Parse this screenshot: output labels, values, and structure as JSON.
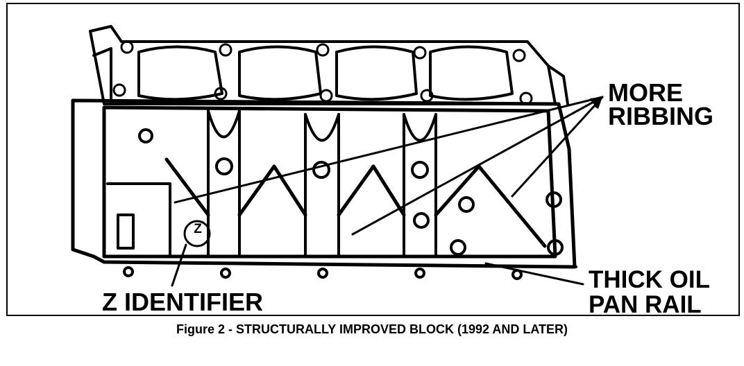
{
  "callouts": {
    "more": "MORE",
    "ribbing": "RIBBING",
    "thick_oil": "THICK OIL",
    "pan_rail": "PAN RAIL",
    "z_identifier": "Z IDENTIFIER"
  },
  "badge": {
    "z": "Z"
  },
  "caption": "Figure 2 - STRUCTURALLY IMPROVED BLOCK (1992 AND LATER)"
}
